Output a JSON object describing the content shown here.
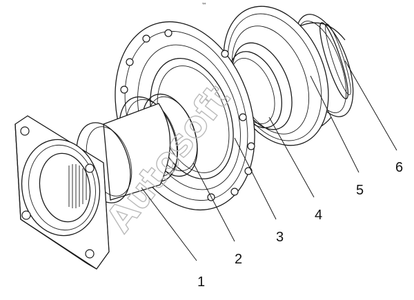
{
  "figure": {
    "callouts": [
      {
        "id": "1",
        "label": "1"
      },
      {
        "id": "2",
        "label": "2"
      },
      {
        "id": "3",
        "label": "3"
      },
      {
        "id": "4",
        "label": "4"
      },
      {
        "id": "5",
        "label": "5"
      },
      {
        "id": "6",
        "label": "6"
      }
    ],
    "watermark": "Autosoft",
    "top_mark": "™"
  }
}
